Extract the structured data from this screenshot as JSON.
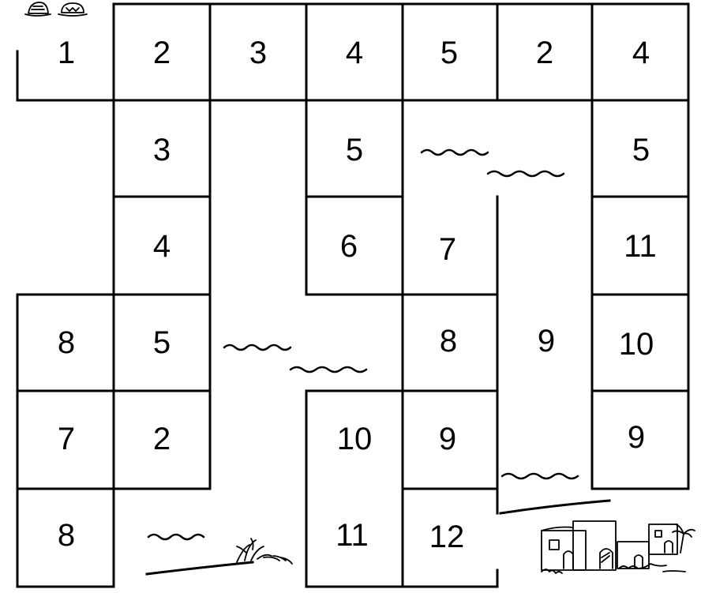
{
  "maze": {
    "cells": [
      {
        "id": "r1c1",
        "value": "1"
      },
      {
        "id": "r1c2",
        "value": "2"
      },
      {
        "id": "r1c3",
        "value": "3"
      },
      {
        "id": "r1c4",
        "value": "4"
      },
      {
        "id": "r1c5",
        "value": "5"
      },
      {
        "id": "r1c6",
        "value": "2"
      },
      {
        "id": "r1c7",
        "value": "4"
      },
      {
        "id": "r2c2",
        "value": "3"
      },
      {
        "id": "r2c4",
        "value": "5"
      },
      {
        "id": "r2c7",
        "value": "5"
      },
      {
        "id": "r3c2",
        "value": "4"
      },
      {
        "id": "r3c4",
        "value": "6"
      },
      {
        "id": "r3c5",
        "value": "7"
      },
      {
        "id": "r3c7",
        "value": "11"
      },
      {
        "id": "r4c1",
        "value": "8"
      },
      {
        "id": "r4c2",
        "value": "5"
      },
      {
        "id": "r4c5",
        "value": "8"
      },
      {
        "id": "r4c6",
        "value": "9"
      },
      {
        "id": "r4c7",
        "value": "10"
      },
      {
        "id": "r5c1",
        "value": "7"
      },
      {
        "id": "r5c2",
        "value": "2"
      },
      {
        "id": "r5c4",
        "value": "10"
      },
      {
        "id": "r5c5",
        "value": "9"
      },
      {
        "id": "r5c7",
        "value": "9"
      },
      {
        "id": "r6c1",
        "value": "8"
      },
      {
        "id": "r6c4",
        "value": "11"
      },
      {
        "id": "r6c5",
        "value": "12"
      }
    ],
    "icons": {
      "start": "hats-icon",
      "finish": "village-icon",
      "water": "water-wave-icon",
      "plant": "grass-tuft-icon"
    }
  }
}
